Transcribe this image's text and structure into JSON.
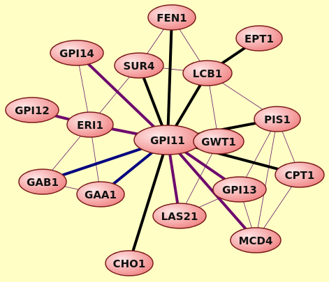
{
  "graph": {
    "background": "#ffffc5",
    "node_fill_light": "#ffe6e6",
    "node_fill_dark": "#f08080",
    "node_stroke": "#7a1b1b",
    "edge_colors": {
      "thin": "#6b1a6b",
      "purple": "#6e0a6e",
      "black": "#000000",
      "navy": "#000080"
    },
    "nodes": [
      {
        "id": "FEN1",
        "label": "FEN1"
      },
      {
        "id": "EPT1",
        "label": "EPT1"
      },
      {
        "id": "GPI14",
        "label": "GPI14"
      },
      {
        "id": "SUR4",
        "label": "SUR4"
      },
      {
        "id": "LCB1",
        "label": "LCB1"
      },
      {
        "id": "GPI12",
        "label": "GPI12"
      },
      {
        "id": "ERI1",
        "label": "ERI1"
      },
      {
        "id": "PIS1",
        "label": "PIS1"
      },
      {
        "id": "GPI11",
        "label": "GPI11"
      },
      {
        "id": "GWT1",
        "label": "GWT1"
      },
      {
        "id": "CPT1",
        "label": "CPT1"
      },
      {
        "id": "GAB1",
        "label": "GAB1"
      },
      {
        "id": "GAA1",
        "label": "GAA1"
      },
      {
        "id": "GPI13",
        "label": "GPI13"
      },
      {
        "id": "LAS21",
        "label": "LAS21"
      },
      {
        "id": "MCD4",
        "label": "MCD4"
      },
      {
        "id": "CHO1",
        "label": "CHO1"
      }
    ],
    "edges": [
      {
        "source": "FEN1",
        "target": "SUR4",
        "style": "thin"
      },
      {
        "source": "FEN1",
        "target": "LCB1",
        "style": "thin"
      },
      {
        "source": "SUR4",
        "target": "LCB1",
        "style": "thin"
      },
      {
        "source": "SUR4",
        "target": "ERI1",
        "style": "thin"
      },
      {
        "source": "GPI14",
        "target": "ERI1",
        "style": "thin"
      },
      {
        "source": "ERI1",
        "target": "GAB1",
        "style": "thin"
      },
      {
        "source": "ERI1",
        "target": "GAA1",
        "style": "thin"
      },
      {
        "source": "GAB1",
        "target": "GAA1",
        "style": "thin"
      },
      {
        "source": "LCB1",
        "target": "PIS1",
        "style": "thin"
      },
      {
        "source": "LCB1",
        "target": "GWT1",
        "style": "thin"
      },
      {
        "source": "PIS1",
        "target": "GPI13",
        "style": "thin"
      },
      {
        "source": "PIS1",
        "target": "MCD4",
        "style": "thin"
      },
      {
        "source": "PIS1",
        "target": "CPT1",
        "style": "thin"
      },
      {
        "source": "CPT1",
        "target": "MCD4",
        "style": "thin"
      },
      {
        "source": "GPI13",
        "target": "LAS21",
        "style": "thin"
      },
      {
        "source": "GPI13",
        "target": "MCD4",
        "style": "thin"
      },
      {
        "source": "GWT1",
        "target": "LAS21",
        "style": "thin"
      },
      {
        "source": "GPI14",
        "target": "GPI11",
        "style": "purple"
      },
      {
        "source": "GPI12",
        "target": "ERI1",
        "style": "purple"
      },
      {
        "source": "ERI1",
        "target": "GPI11",
        "style": "purple"
      },
      {
        "source": "GPI11",
        "target": "GWT1",
        "style": "purple"
      },
      {
        "source": "GPI11",
        "target": "GPI13",
        "style": "purple"
      },
      {
        "source": "GPI11",
        "target": "LAS21",
        "style": "purple"
      },
      {
        "source": "GPI11",
        "target": "MCD4",
        "style": "purple"
      },
      {
        "source": "FEN1",
        "target": "GPI11",
        "style": "black"
      },
      {
        "source": "SUR4",
        "target": "GPI11",
        "style": "black"
      },
      {
        "source": "EPT1",
        "target": "LCB1",
        "style": "black"
      },
      {
        "source": "LCB1",
        "target": "GPI11",
        "style": "black"
      },
      {
        "source": "GPI11",
        "target": "PIS1",
        "style": "black"
      },
      {
        "source": "GPI11",
        "target": "CPT1",
        "style": "black"
      },
      {
        "source": "GPI11",
        "target": "CHO1",
        "style": "black"
      },
      {
        "source": "GPI11",
        "target": "GAB1",
        "style": "navy"
      },
      {
        "source": "GPI11",
        "target": "GAA1",
        "style": "navy"
      }
    ]
  }
}
